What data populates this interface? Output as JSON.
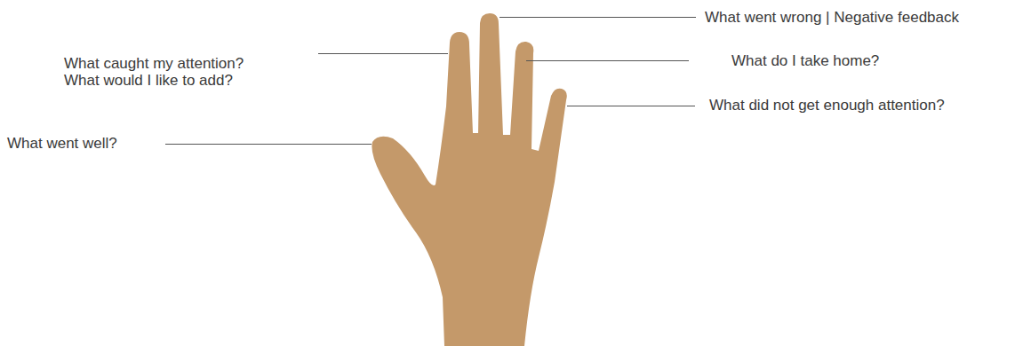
{
  "diagram": {
    "labels": [
      "What went wrong | Negative feedback",
      "What caught my attention?",
      "What would I like to add?",
      "What do I take home?",
      "What did not get enough attention?",
      "What went well?"
    ]
  }
}
